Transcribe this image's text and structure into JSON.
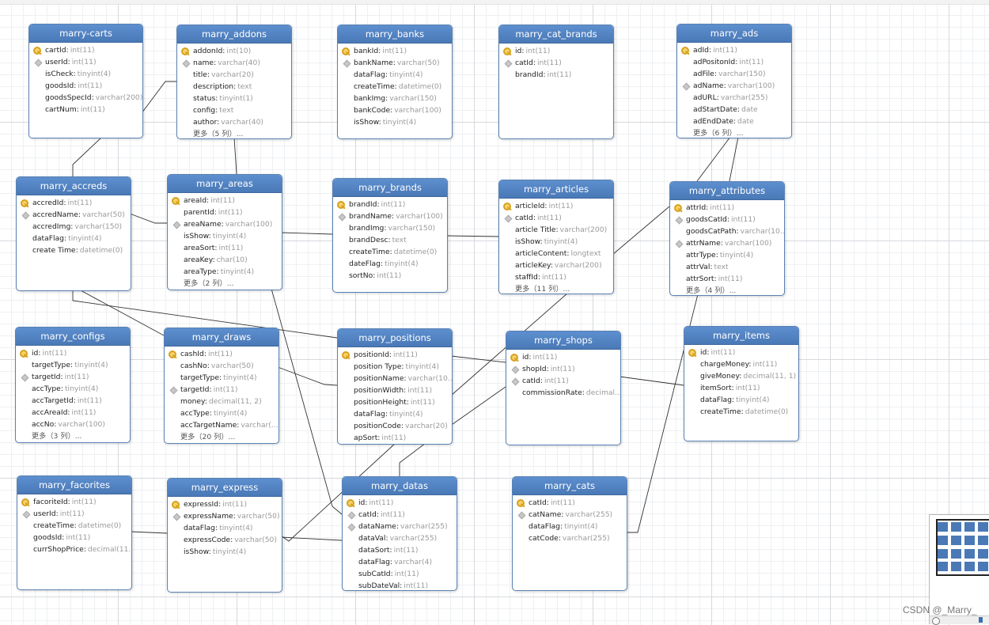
{
  "watermark": "CSDN @_Marry_",
  "colors": {
    "header_top": "#5d8fcf",
    "header_bottom": "#4a79b6",
    "border": "#5a82b4",
    "type_text": "#9a9a9a",
    "link": "#333333"
  },
  "icons": {
    "pk": "key-icon",
    "index": "index-diamond-icon"
  },
  "tables": [
    {
      "name": "marry-carts",
      "columns": [
        {
          "mark": "pk",
          "name": "cartId",
          "type": "int(11)"
        },
        {
          "mark": "idx",
          "name": "userId",
          "type": "int(11)"
        },
        {
          "mark": "",
          "name": "isCheck",
          "type": "tinyint(4)"
        },
        {
          "mark": "",
          "name": "goodsId",
          "type": "int(11)"
        },
        {
          "mark": "",
          "name": "goodsSpecId",
          "type": "varchar(200)"
        },
        {
          "mark": "",
          "name": "cartNum",
          "type": "int(11)"
        }
      ]
    },
    {
      "name": "marry_addons",
      "columns": [
        {
          "mark": "pk",
          "name": "addonId",
          "type": "int(10)"
        },
        {
          "mark": "idx",
          "name": "name",
          "type": "varchar(40)"
        },
        {
          "mark": "",
          "name": "title",
          "type": "varchar(20)"
        },
        {
          "mark": "",
          "name": "description",
          "type": "text"
        },
        {
          "mark": "",
          "name": "status",
          "type": "tinyint(1)"
        },
        {
          "mark": "",
          "name": "config",
          "type": "text"
        },
        {
          "mark": "",
          "name": "author",
          "type": "varchar(40)"
        }
      ],
      "more": "更多（5 列）..."
    },
    {
      "name": "marry_banks",
      "columns": [
        {
          "mark": "pk",
          "name": "bankId",
          "type": "int(11)"
        },
        {
          "mark": "idx",
          "name": "bankName",
          "type": "varchar(50)"
        },
        {
          "mark": "",
          "name": "dataFlag",
          "type": "tinyint(4)"
        },
        {
          "mark": "",
          "name": "createTime",
          "type": "datetime(0)"
        },
        {
          "mark": "",
          "name": "bankImg",
          "type": "varchar(150)"
        },
        {
          "mark": "",
          "name": "bankCode",
          "type": "varchar(100)"
        },
        {
          "mark": "",
          "name": "isShow",
          "type": "tinyint(4)"
        }
      ]
    },
    {
      "name": "marry_cat_brands",
      "columns": [
        {
          "mark": "pk",
          "name": "id",
          "type": "int(11)"
        },
        {
          "mark": "idx",
          "name": "catId",
          "type": "int(11)"
        },
        {
          "mark": "",
          "name": "brandId",
          "type": "int(11)"
        }
      ]
    },
    {
      "name": "marry_ads",
      "columns": [
        {
          "mark": "pk",
          "name": "adId",
          "type": "int(11)"
        },
        {
          "mark": "",
          "name": "adPositonId",
          "type": "int(11)"
        },
        {
          "mark": "",
          "name": "adFile",
          "type": "varchar(150)"
        },
        {
          "mark": "idx",
          "name": "adName",
          "type": "varchar(100)"
        },
        {
          "mark": "",
          "name": "adURL",
          "type": "varchar(255)"
        },
        {
          "mark": "",
          "name": "adStartDate",
          "type": "date"
        },
        {
          "mark": "",
          "name": "adEndDate",
          "type": "date"
        }
      ],
      "more": "更多（6 列）..."
    },
    {
      "name": "marry_accreds",
      "columns": [
        {
          "mark": "pk",
          "name": "accredId",
          "type": "int(11)"
        },
        {
          "mark": "idx",
          "name": "accredName",
          "type": "varchar(50)"
        },
        {
          "mark": "",
          "name": "accredImg",
          "type": "varchar(150)"
        },
        {
          "mark": "",
          "name": "dataFlag",
          "type": "tinyint(4)"
        },
        {
          "mark": "",
          "name": "create Time",
          "type": "datetime(0)"
        }
      ]
    },
    {
      "name": "marry_areas",
      "columns": [
        {
          "mark": "pk",
          "name": "areaId",
          "type": "int(11)"
        },
        {
          "mark": "",
          "name": "parentId",
          "type": "int(11)"
        },
        {
          "mark": "idx",
          "name": "areaName",
          "type": "varchar(100)"
        },
        {
          "mark": "",
          "name": "isShow",
          "type": "tinyint(4)"
        },
        {
          "mark": "",
          "name": "areaSort",
          "type": "int(11)"
        },
        {
          "mark": "",
          "name": "areaKey",
          "type": "char(10)"
        },
        {
          "mark": "",
          "name": "areaType",
          "type": "tinyint(4)"
        }
      ],
      "more": "更多（2 列）..."
    },
    {
      "name": "marry_brands",
      "columns": [
        {
          "mark": "pk",
          "name": "brandId",
          "type": "int(11)"
        },
        {
          "mark": "idx",
          "name": "brandName",
          "type": "varchar(100)"
        },
        {
          "mark": "",
          "name": "brandImg",
          "type": "varchar(150)"
        },
        {
          "mark": "",
          "name": "brandDesc",
          "type": "text"
        },
        {
          "mark": "",
          "name": "createTime",
          "type": "datetime(0)"
        },
        {
          "mark": "",
          "name": "dateFlag",
          "type": "tinyint(4)"
        },
        {
          "mark": "",
          "name": "sortNo",
          "type": "int(11)"
        }
      ]
    },
    {
      "name": "marry_articles",
      "columns": [
        {
          "mark": "pk",
          "name": "articleId",
          "type": "int(11)"
        },
        {
          "mark": "idx",
          "name": "catId",
          "type": "int(11)"
        },
        {
          "mark": "",
          "name": "article Title",
          "type": "varchar(200)"
        },
        {
          "mark": "",
          "name": "isShow",
          "type": "tinyint(4)"
        },
        {
          "mark": "",
          "name": "articleContent",
          "type": "longtext"
        },
        {
          "mark": "",
          "name": "articleKey",
          "type": "varchar(200)"
        },
        {
          "mark": "",
          "name": "staffId",
          "type": "int(11)"
        }
      ],
      "more": "更多（11 列）..."
    },
    {
      "name": "marry_attributes",
      "columns": [
        {
          "mark": "pk",
          "name": "attrId",
          "type": "int(11)"
        },
        {
          "mark": "idx",
          "name": "goodsCatId",
          "type": "int(11)"
        },
        {
          "mark": "",
          "name": "goodsCatPath",
          "type": "varchar(10..."
        },
        {
          "mark": "idx",
          "name": "attrName",
          "type": "varchar(100)"
        },
        {
          "mark": "",
          "name": "attrType",
          "type": "tinyint(4)"
        },
        {
          "mark": "",
          "name": "attrVal",
          "type": "text"
        },
        {
          "mark": "",
          "name": "attrSort",
          "type": "int(11)"
        }
      ],
      "more": "更多（4 列）..."
    },
    {
      "name": "marry_configs",
      "columns": [
        {
          "mark": "pk",
          "name": "id",
          "type": "int(11)"
        },
        {
          "mark": "",
          "name": "targetType",
          "type": "tinyint(4)"
        },
        {
          "mark": "idx",
          "name": "targetId",
          "type": "int(11)"
        },
        {
          "mark": "",
          "name": "accType",
          "type": "tinyint(4)"
        },
        {
          "mark": "",
          "name": "accTargetId",
          "type": "int(11)"
        },
        {
          "mark": "",
          "name": "accAreaId",
          "type": "int(11)"
        },
        {
          "mark": "",
          "name": "accNo",
          "type": "varchar(100)"
        }
      ],
      "more": "更多（3 列）..."
    },
    {
      "name": "marry_draws",
      "columns": [
        {
          "mark": "pk",
          "name": "cashId",
          "type": "int(11)"
        },
        {
          "mark": "",
          "name": "cashNo",
          "type": "varchar(50)"
        },
        {
          "mark": "",
          "name": "targetType",
          "type": "tinyint(4)"
        },
        {
          "mark": "idx",
          "name": "targetId",
          "type": "int(11)"
        },
        {
          "mark": "",
          "name": "money",
          "type": "decimal(11, 2)"
        },
        {
          "mark": "",
          "name": "accType",
          "type": "tinyint(4)"
        },
        {
          "mark": "",
          "name": "accTargetName",
          "type": "varchar(..."
        }
      ],
      "more": "更多（20 列）..."
    },
    {
      "name": "marry_positions",
      "columns": [
        {
          "mark": "pk",
          "name": "positionId",
          "type": "int(11)"
        },
        {
          "mark": "",
          "name": "position Type",
          "type": "tinyint(4)"
        },
        {
          "mark": "",
          "name": "positionName",
          "type": "varchar(10..."
        },
        {
          "mark": "",
          "name": "positionWidth",
          "type": "int(11)"
        },
        {
          "mark": "",
          "name": "positionHeight",
          "type": "int(11)"
        },
        {
          "mark": "",
          "name": "dataFlag",
          "type": "tinyint(4)"
        },
        {
          "mark": "",
          "name": "positionCode",
          "type": "varchar(20)"
        },
        {
          "mark": "",
          "name": "apSort",
          "type": "int(11)"
        }
      ]
    },
    {
      "name": "marry_shops",
      "columns": [
        {
          "mark": "pk",
          "name": "id",
          "type": "int(11)"
        },
        {
          "mark": "idx",
          "name": "shopId",
          "type": "int(11)"
        },
        {
          "mark": "idx",
          "name": "catId",
          "type": "int(11)"
        },
        {
          "mark": "",
          "name": "commissionRate",
          "type": "decimal..."
        }
      ]
    },
    {
      "name": "marry_items",
      "columns": [
        {
          "mark": "pk",
          "name": "id",
          "type": "int(11)"
        },
        {
          "mark": "",
          "name": "chargeMoney",
          "type": "int(11)"
        },
        {
          "mark": "",
          "name": "giveMoney",
          "type": "decimal(11, 1)"
        },
        {
          "mark": "",
          "name": "itemSort",
          "type": "int(11)"
        },
        {
          "mark": "",
          "name": "dataFlag",
          "type": "tinyint(4)"
        },
        {
          "mark": "",
          "name": "createTime",
          "type": "datetime(0)"
        }
      ]
    },
    {
      "name": "marry_facorites",
      "columns": [
        {
          "mark": "pk",
          "name": "facoriteId",
          "type": "int(11)"
        },
        {
          "mark": "idx",
          "name": "userId",
          "type": "int(11)"
        },
        {
          "mark": "",
          "name": "createTime",
          "type": "datetime(0)"
        },
        {
          "mark": "",
          "name": "goodsId",
          "type": "int(11)"
        },
        {
          "mark": "",
          "name": "currShopPrice",
          "type": "decimal(11..."
        }
      ]
    },
    {
      "name": "marry_express",
      "columns": [
        {
          "mark": "pk",
          "name": "expressId",
          "type": "int(11)"
        },
        {
          "mark": "idx",
          "name": "expressName",
          "type": "varchar(50)"
        },
        {
          "mark": "",
          "name": "dataFlag",
          "type": "tinyint(4)"
        },
        {
          "mark": "",
          "name": "expressCode",
          "type": "varchar(50)"
        },
        {
          "mark": "",
          "name": "isShow",
          "type": "tinyint(4)"
        }
      ]
    },
    {
      "name": "marry_datas",
      "columns": [
        {
          "mark": "pk",
          "name": "id",
          "type": "int(11)"
        },
        {
          "mark": "idx",
          "name": "catId",
          "type": "int(11)"
        },
        {
          "mark": "idx",
          "name": "dataName",
          "type": "varchar(255)"
        },
        {
          "mark": "",
          "name": "dataVal",
          "type": "varchar(255)"
        },
        {
          "mark": "",
          "name": "dataSort",
          "type": "int(11)"
        },
        {
          "mark": "",
          "name": "dataFlag",
          "type": "varchar(4)"
        },
        {
          "mark": "",
          "name": "subCatId",
          "type": "int(11)"
        },
        {
          "mark": "",
          "name": "subDateVal",
          "type": "int(11)"
        }
      ]
    },
    {
      "name": "marry_cats",
      "columns": [
        {
          "mark": "pk",
          "name": "catId",
          "type": "int(11)"
        },
        {
          "mark": "idx",
          "name": "catName",
          "type": "varchar(255)"
        },
        {
          "mark": "",
          "name": "dataFlag",
          "type": "tinyint(4)"
        },
        {
          "mark": "",
          "name": "catCode",
          "type": "varchar(255)"
        }
      ]
    }
  ]
}
